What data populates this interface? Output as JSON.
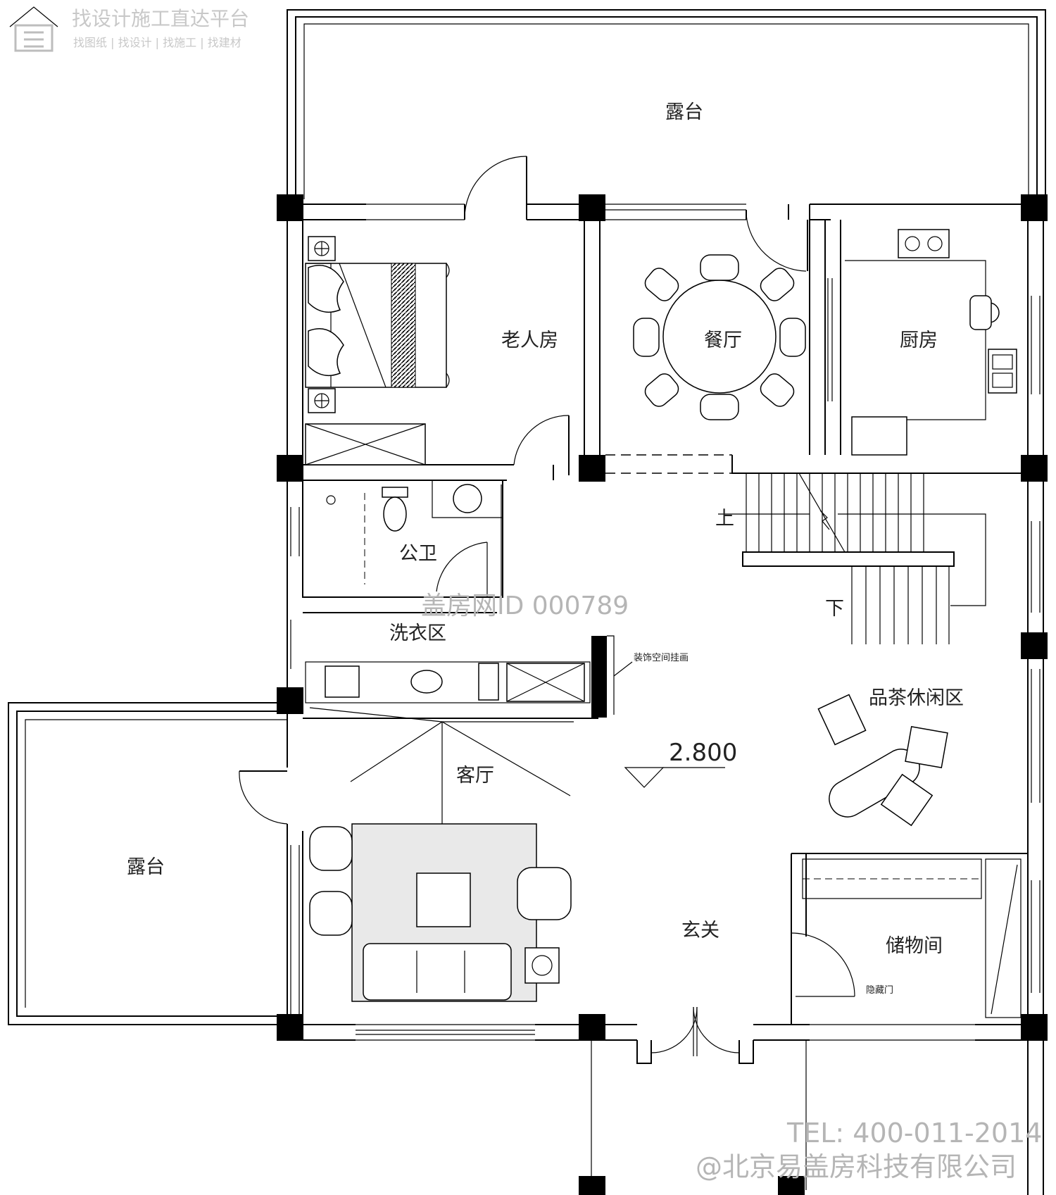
{
  "watermark": {
    "brand_title": "找设计施工直达平台",
    "brand_subtitle": "找图纸 | 找设计 | 找施工 | 找建材",
    "plan_id": "盖房网ID 000789",
    "tel": "TEL: 400-011-2014",
    "company": "@北京易盖房科技有限公司"
  },
  "rooms": {
    "terrace_top": "露台",
    "elder_room": "老人房",
    "dining": "餐厅",
    "kitchen": "厨房",
    "public_bath": "公卫",
    "laundry": "洗衣区",
    "tea_area": "品茶休闲区",
    "living": "客厅",
    "terrace_left": "露台",
    "entrance": "玄关",
    "storage": "储物间"
  },
  "annotations": {
    "stair_up": "上",
    "stair_down": "下",
    "decor_note": "装饰空间挂画",
    "hidden_door": "隐藏门",
    "elevation": "2.800"
  },
  "colors": {
    "wall": "#000000",
    "watermark": "#c8c8c8",
    "background": "#ffffff"
  }
}
